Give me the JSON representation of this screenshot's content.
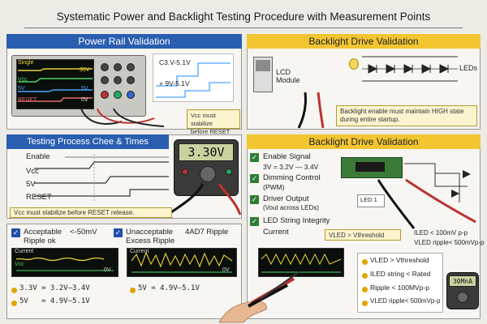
{
  "title": "Systematic Power and Backlight Testing Procedure with Measurement Points",
  "power": {
    "header": "Power Rail Validation",
    "scope": {
      "label_single": "Single",
      "label_35v": "35V",
      "label_vcc": "Vcc",
      "label_5v": "5V",
      "label_5v_right": "5V",
      "label_reset": "RESET",
      "label_0v": "0V"
    },
    "inset": {
      "line1": "C3.V-5.1V",
      "line2": "+ 9V-5.1V"
    },
    "note": "Vcc must stabilize\nbefore RESET release"
  },
  "process": {
    "header": "Testing Process Chee & Times",
    "signals": [
      "Enable",
      "Vcc",
      "5V",
      "RESET"
    ],
    "dmm_reading": "3.30V",
    "warn": "Vcc must stabilize before RESET release."
  },
  "ripple": {
    "acceptable_title": "Acceptable",
    "acceptable_sub": "Ripple ok",
    "acceptable_limit": "<-50mV",
    "unacceptable_title": "Unacceptable",
    "unacceptable_sub": "Excess Ripple",
    "unacceptable_extra": "4AD7 Ripple",
    "scope1_label": "Current",
    "scope1_vcc": "Vcc",
    "scope1_0v": "0V",
    "scope2_label": "Current",
    "scope2_0v": "0V",
    "spec1a": "3.3V = 3.2V—3.4V",
    "spec1b": "5V   = 4.9V—5.1V",
    "spec2": "5V = 4.9V—5.1V"
  },
  "backlight": {
    "header": "Backlight Drive Validation",
    "lcd_label": "LCD\nModule",
    "leds_label": "LEDs",
    "note": "Backlight enable must maintain HIGH state\nduring entire startup."
  },
  "drive": {
    "header": "Backlight Drive Validation",
    "items": [
      "Enable Signal",
      "3V = 3.2V — 3.4V",
      "Dimming Control",
      "(PWM)",
      "Driver Output",
      "(Vout  across LEDs)",
      "LED String Integrity",
      "Current"
    ],
    "led1": "LED 1",
    "threshold": "VLED > Vthreshold",
    "iled": "ILED < 100mV p-p",
    "ripple_right": "VLED ripple< 500mVp-p",
    "bottom_list": [
      "VLED > Vthreshold",
      "ILED string < Rated",
      "Ripple < 100MVp-p",
      "VLED ripple< 500mVp-p"
    ],
    "dmm2_reading": "30MnA"
  },
  "colors": {
    "blue_header": "#2a5eb0",
    "yellow_header": "#f2c531",
    "trace_yellow": "#e8d23a",
    "trace_green": "#4ed26b",
    "trace_blue": "#4aa3ff"
  }
}
